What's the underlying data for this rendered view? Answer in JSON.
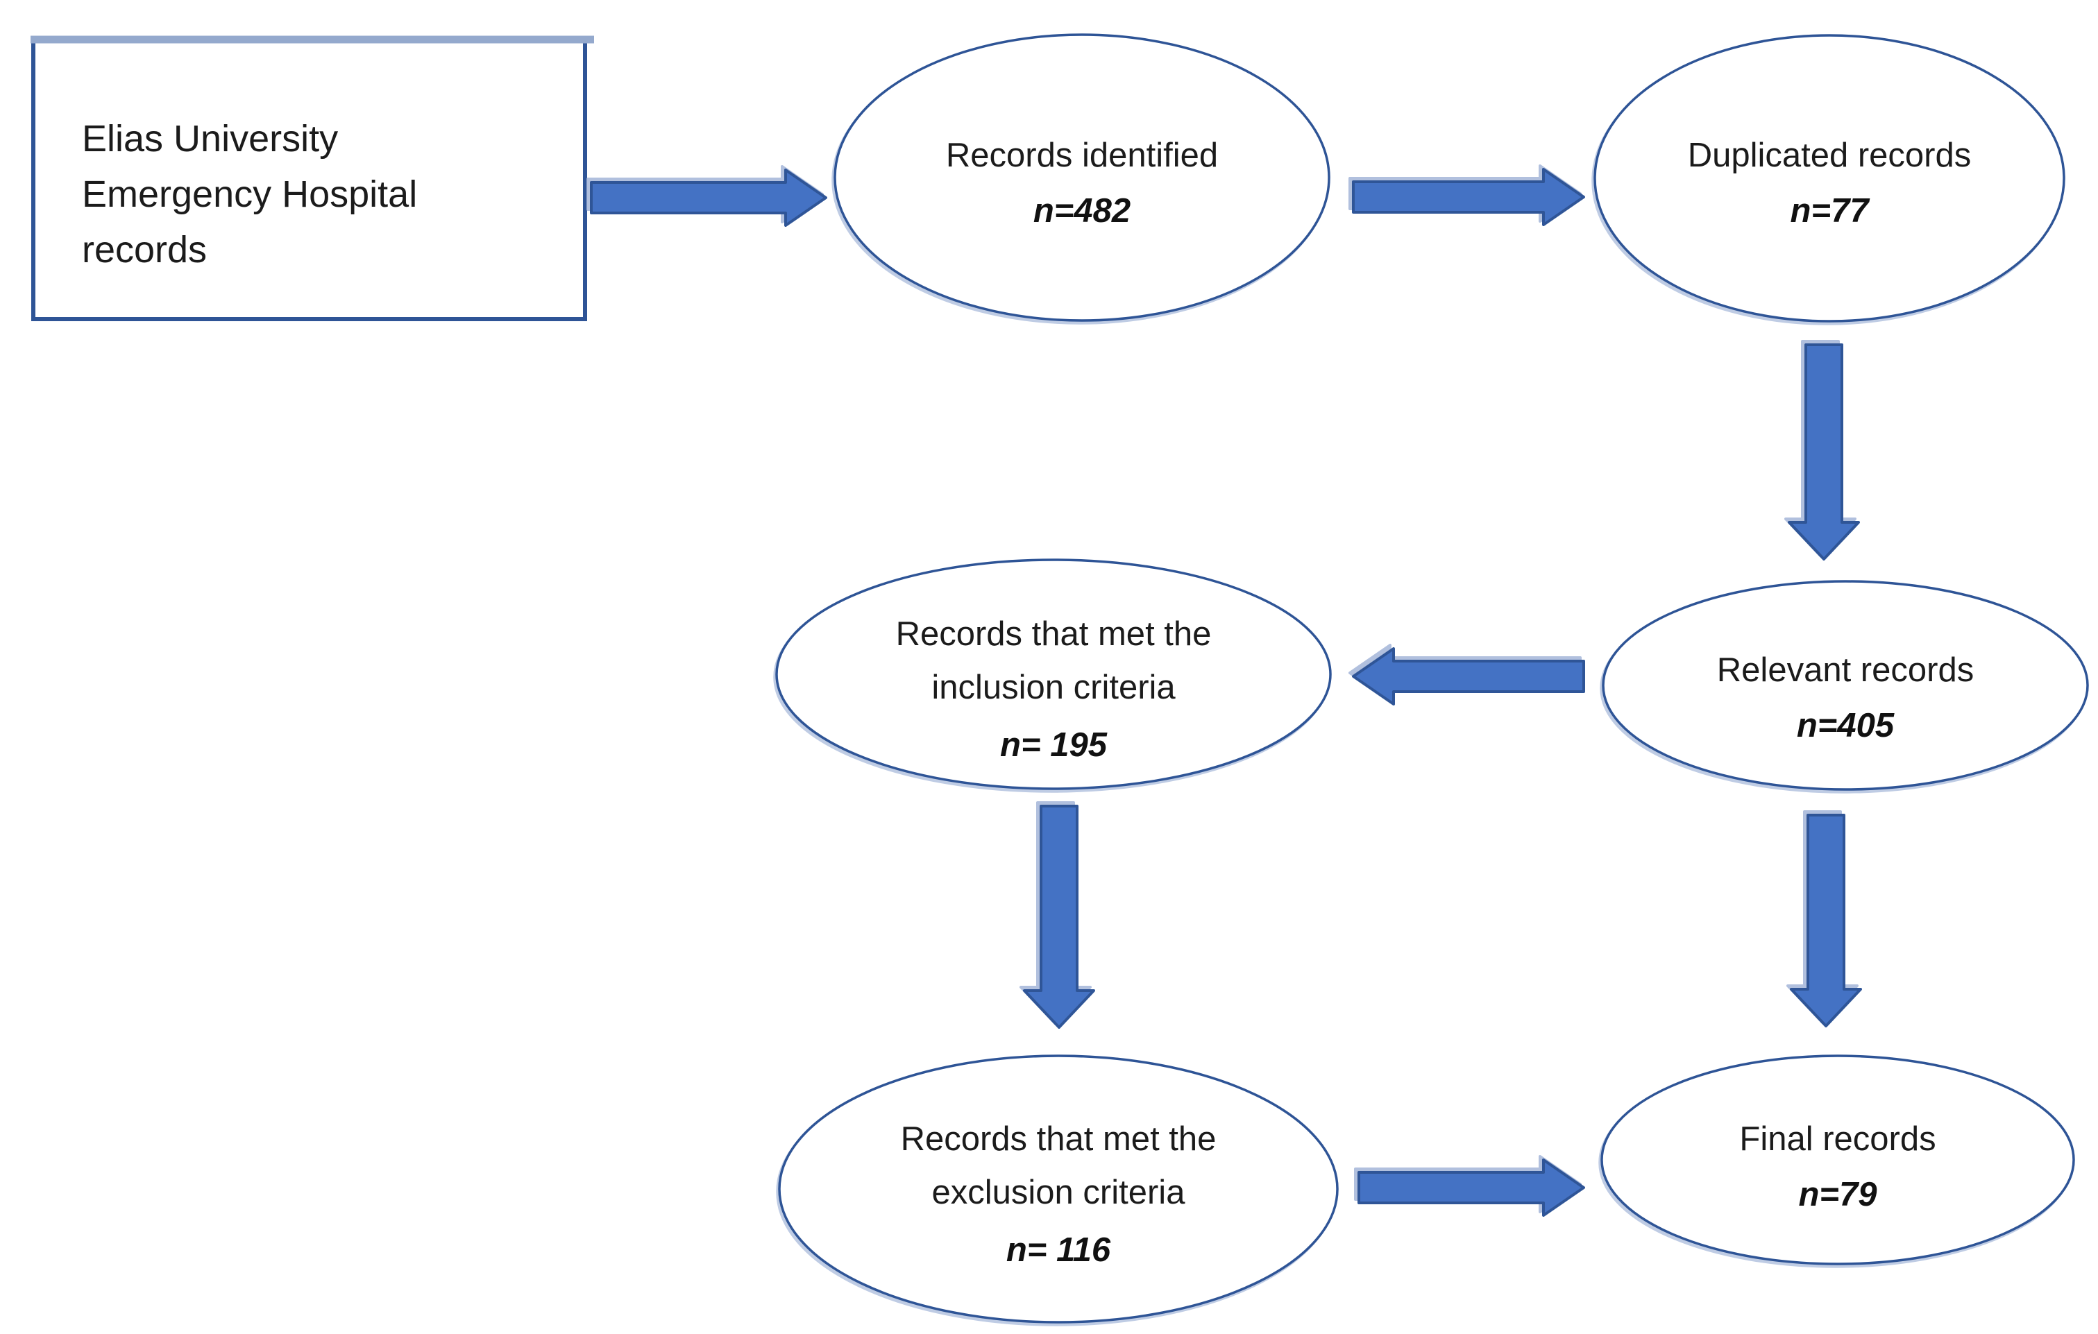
{
  "diagram": {
    "source_box": {
      "lines": [
        "Elias University",
        "Emergency Hospital",
        "records"
      ]
    },
    "nodes": {
      "records_identified": {
        "label": "Records identified",
        "count": "n=482"
      },
      "duplicated_records": {
        "label": "Duplicated records",
        "count": "n=77"
      },
      "relevant_records": {
        "label": "Relevant records",
        "count": "n=405"
      },
      "inclusion_records": {
        "line1": "Records that met the",
        "line2": "inclusion criteria",
        "count": "n= 195"
      },
      "exclusion_records": {
        "line1": "Records that met the",
        "line2": "exclusion criteria",
        "count": "n= 116"
      },
      "final_records": {
        "label": "Final records",
        "count": "n=79"
      }
    },
    "edges": [
      {
        "from": "source_box",
        "to": "records_identified",
        "direction": "right"
      },
      {
        "from": "records_identified",
        "to": "duplicated_records",
        "direction": "right"
      },
      {
        "from": "duplicated_records",
        "to": "relevant_records",
        "direction": "down"
      },
      {
        "from": "relevant_records",
        "to": "inclusion_records",
        "direction": "left"
      },
      {
        "from": "inclusion_records",
        "to": "exclusion_records",
        "direction": "down"
      },
      {
        "from": "relevant_records",
        "to": "final_records",
        "direction": "down"
      },
      {
        "from": "exclusion_records",
        "to": "final_records",
        "direction": "right"
      }
    ],
    "colors": {
      "arrow_fill": "#4472C4",
      "arrow_stroke": "#2F5597",
      "shape_stroke": "#2E5496",
      "box_top_highlight": "#94A9CD",
      "text": "#1b1b1b",
      "background": "#FFFFFF"
    }
  }
}
